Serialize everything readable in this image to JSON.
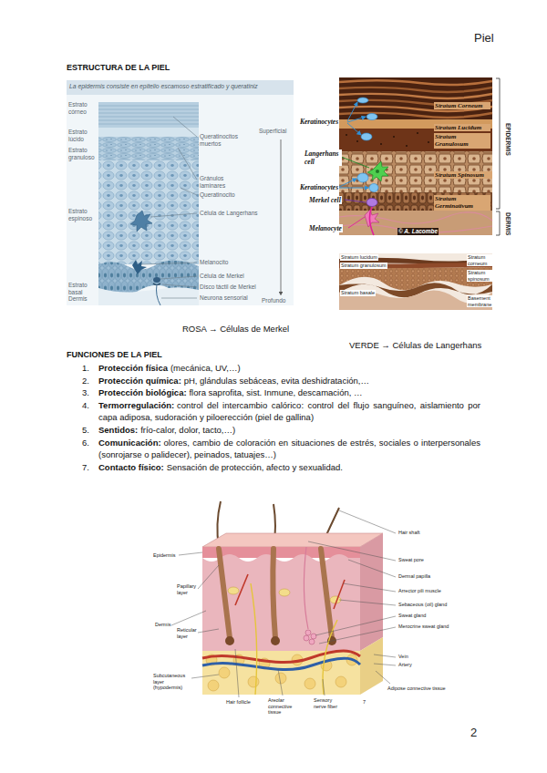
{
  "diagram": {
    "title": "ESTRUCTURA DE LA PIEL",
    "labels": [
      "Piel",
      "La epidermis consiste en epitelio escamoso estratificado y queratiniz",
      "Estrato córneo",
      "Estrato lúcido",
      "Estrato granuloso",
      "Estrato espinoso",
      "Estrato basal",
      "Dermis",
      "Superficial",
      "Queratinocitos muertos",
      "Gránulos laminares",
      "Queratinocito",
      "Célula de Langerhans",
      "Melanocito",
      "Célula de Merkel",
      "Disco táctil de Merkel",
      "Neurona sensorial",
      "Profundo",
      "Keratinocytes",
      "Langerhans cell",
      "Keratinocytes",
      "Merkel cell",
      "Melanocyte",
      "Stratum Corneum",
      "Stratum Lucidum",
      "Stratum Granulosum",
      "Stratum Spinosum",
      "Stratum Germinativum",
      "EPIDERMIS",
      "DERMIS",
      "© A. Lacombe",
      "Stratum lucidum",
      "Stratum granulosum",
      "Stratum basale",
      "Stratum corneum",
      "Stratum spinosum",
      "Basement membrane",
      "ROSA → Células de Merkel",
      "VERDE → Células de Langerhans",
      "FUNCIONES DE LA PIEL",
      "1.",
      "Protección física",
      "(mecánica, UV,…)",
      "2.",
      "Protección química:",
      "pH, glándulas sebáceas, evita deshidratación,…",
      "3.",
      "Protección biológica:",
      "flora saprofita, sist. Inmune, descamación, …",
      "4.",
      "Termorregulación:",
      "control del intercambio calórico: control del flujo sanguíneo, aislamiento por capa adiposa, sudoración y piloerección (piel de gallina)",
      "5.",
      "Sentidos:",
      "frío-calor, dolor, tacto,…)",
      "6.",
      "Comunicación:",
      "olores, cambio de coloración en situaciones de estrés, sociales o interpersonales (sonrojarse o palidecer), peinados, tatuajes…)",
      "7.",
      "Contacto físico:",
      "Sensación de protección, afecto y sexualidad.",
      "Epidermis",
      "Papillary layer",
      "Reticular layer",
      "Dermis",
      "Subcutaneous layer (hypodermis)",
      "Hair shaft",
      "Sweat pore",
      "Dermal papilla",
      "Arrector pili muscle",
      "Sebaceous (oil) gland",
      "Sweat gland",
      "Merocrine sweat gland",
      "Vein",
      "Artery",
      "Adipose connective tissue",
      "Hair follicle",
      "Areolar connective tissue",
      "Sensory nerve fiber",
      "7",
      "2"
    ]
  }
}
